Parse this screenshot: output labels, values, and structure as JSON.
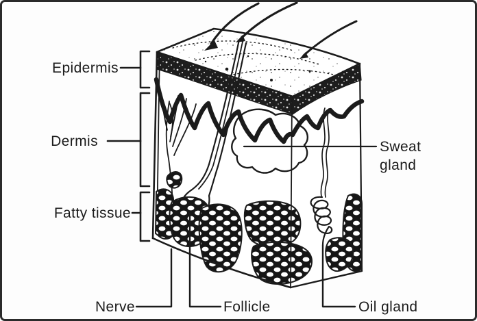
{
  "labels": {
    "epidermis": "Epidermis",
    "dermis": "Dermis",
    "fatty_tissue": "Fatty tissue",
    "nerve": "Nerve",
    "follicle": "Follicle",
    "oil_gland": "Oil gland",
    "sweat_gland_line1": "Sweat",
    "sweat_gland_line2": "gland"
  },
  "colors": {
    "ink": "#1b1b1b",
    "paper": "#fdfdfd",
    "border": "#2b2b2b"
  }
}
